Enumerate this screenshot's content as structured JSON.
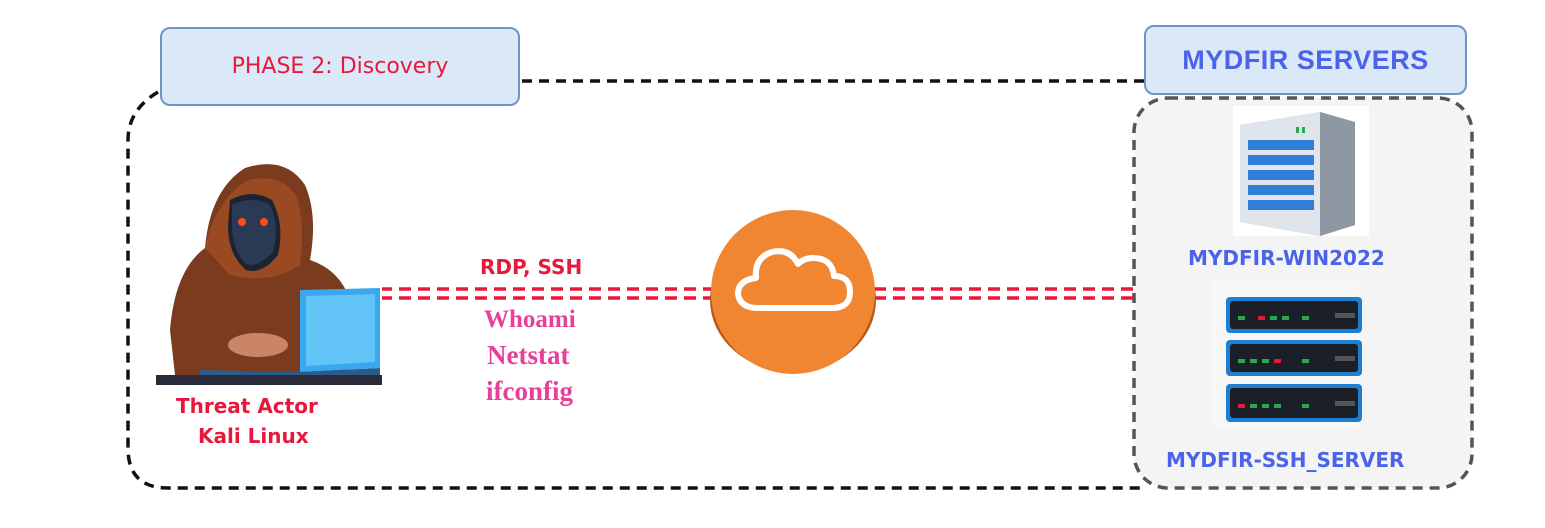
{
  "phase": {
    "title": "PHASE 2: Discovery"
  },
  "servers_group": {
    "title": "MYDFIR SERVERS"
  },
  "attacker": {
    "line1": "Threat Actor",
    "line2": "Kali Linux"
  },
  "connection": {
    "protocols": "RDP, SSH",
    "commands": [
      "Whoami",
      "Netstat",
      "ifconfig"
    ]
  },
  "servers": [
    {
      "name": "MYDFIR-WIN2022"
    },
    {
      "name": "MYDFIR-SSH_SERVER"
    }
  ],
  "colors": {
    "red": "#e8183c",
    "blue": "#4a63e8",
    "pink": "#e6409a",
    "cloud_orange": "#f08532",
    "box_fill": "#dbe8f8",
    "box_border": "#6f94c4"
  },
  "icons": [
    "hooded-hacker-icon",
    "cloud-icon",
    "tower-server-icon",
    "rack-server-icon"
  ]
}
